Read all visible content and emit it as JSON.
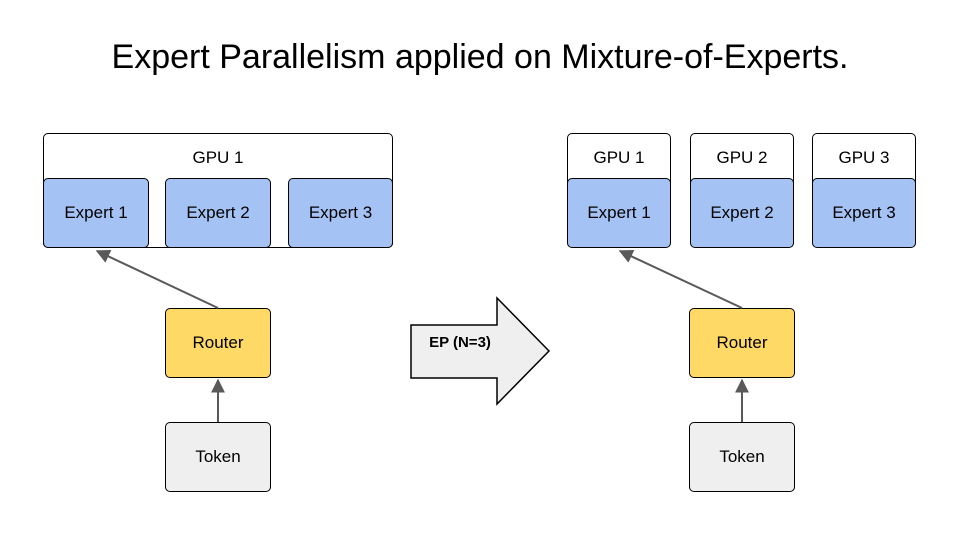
{
  "title": "Expert Parallelism applied on Mixture-of-Experts.",
  "left": {
    "gpu_label": "GPU 1",
    "experts": [
      "Expert 1",
      "Expert 2",
      "Expert 3"
    ],
    "router": "Router",
    "token": "Token"
  },
  "transform": {
    "label": "EP (N=3)"
  },
  "right": {
    "gpus": [
      "GPU 1",
      "GPU 2",
      "GPU 3"
    ],
    "experts": [
      "Expert 1",
      "Expert 2",
      "Expert 3"
    ],
    "router": "Router",
    "token": "Token"
  },
  "colors": {
    "expert_fill": "#a4c2f4",
    "router_fill": "#ffd966",
    "token_fill": "#efefef",
    "arrow_fill": "#efefef",
    "connector": "#595959"
  }
}
